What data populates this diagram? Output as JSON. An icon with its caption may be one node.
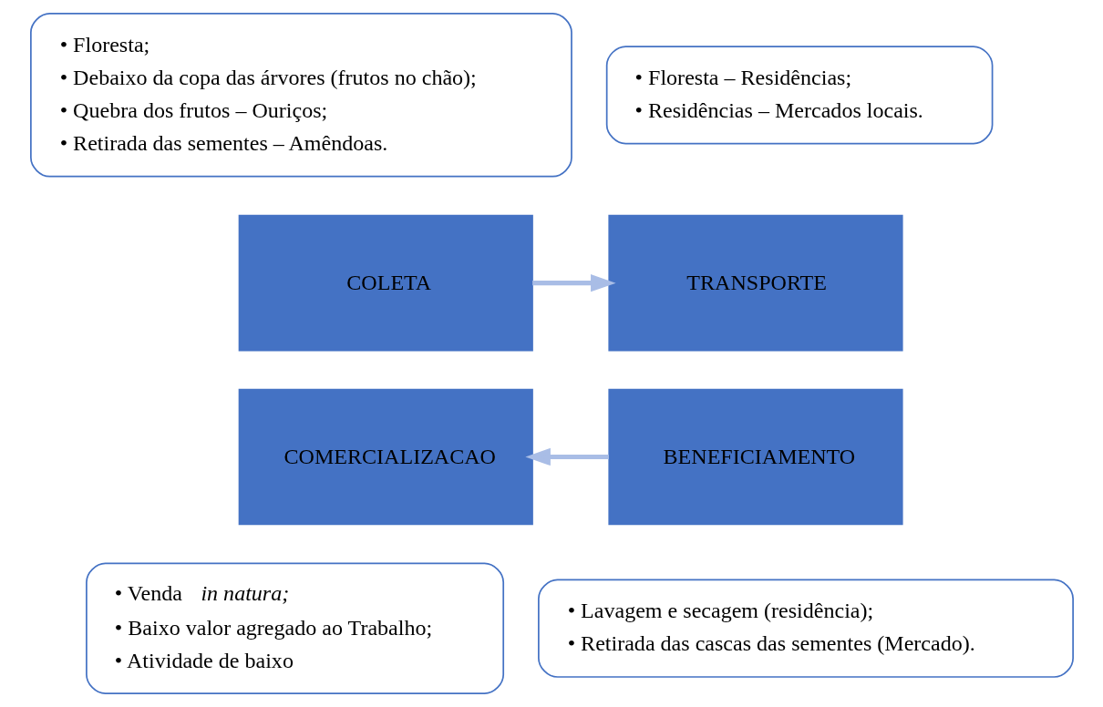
{
  "diagram": {
    "nodes": [
      {
        "text": [
          "• Floresta;",
          "• Debaixo da copa das árvores (frutos no chão);",
          "• Quebra dos frutos – Ouriços;",
          "• Retirada das sementes – Amêndoas."
        ]
      },
      {
        "text": [
          "• Floresta – Residências;",
          "• Residências – Mercados locais."
        ]
      },
      {
        "text": [
          "COLETA"
        ]
      },
      {
        "text": [
          "TRANSPORTE"
        ]
      },
      {
        "text": [
          "COMERCIALIZACAO"
        ]
      },
      {
        "text": [
          "BENEFICIAMENTO"
        ]
      },
      {
        "text": [
          "• Venda *in natura;*",
          "• Baixo valor agregado ao Trabalho;",
          "• Atividade de baixo"
        ]
      },
      {
        "text": [
          "• Lavagem e secagem (residência);",
          "• Retirada das cascas das sementes (Mercado)."
        ]
      }
    ],
    "edges": [
      {
        "from": 2,
        "to": 3,
        "arrow": "to"
      },
      {
        "from": 5,
        "to": 4,
        "arrow": "to"
      }
    ]
  }
}
